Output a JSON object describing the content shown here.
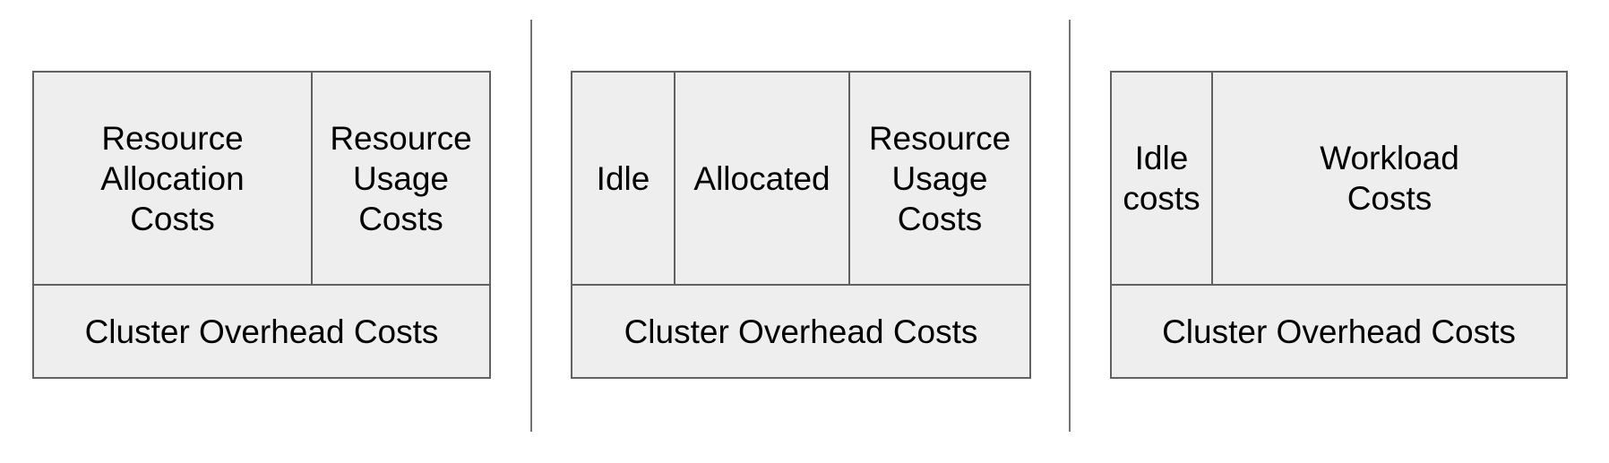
{
  "diagram": {
    "description": "Three side-by-side cost-structure treemap diagrams separated by vertical divider lines",
    "colors": {
      "cell_fill": "#eeeeee",
      "cell_border": "#616161",
      "divider_line": "#757575",
      "text": "#000000",
      "background": "#ffffff"
    }
  },
  "panels": [
    {
      "id": "resource-allocation-vs-usage",
      "cells": [
        {
          "label": "Resource\nAllocation\nCosts"
        },
        {
          "label": "Resource\nUsage\nCosts"
        }
      ],
      "footer_label": "Cluster Overhead Costs"
    },
    {
      "id": "idle-allocated-usage",
      "cells": [
        {
          "label": "Idle"
        },
        {
          "label": "Allocated"
        },
        {
          "label": "Resource\nUsage\nCosts"
        }
      ],
      "footer_label": "Cluster Overhead Costs"
    },
    {
      "id": "idle-vs-workload",
      "cells": [
        {
          "label": "Idle\ncosts"
        },
        {
          "label": "Workload\nCosts"
        }
      ],
      "footer_label": "Cluster Overhead Costs"
    }
  ]
}
